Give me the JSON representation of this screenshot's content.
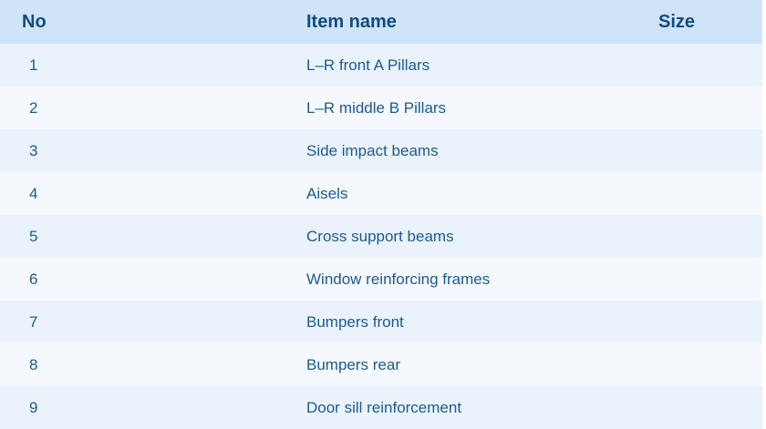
{
  "table": {
    "headers": {
      "no": "No",
      "item_name": "Item name",
      "size": "Size"
    },
    "rows": [
      {
        "no": "1",
        "item_name": "L–R front A Pillars",
        "size": ""
      },
      {
        "no": "2",
        "item_name": "L–R middle B Pillars",
        "size": ""
      },
      {
        "no": "3",
        "item_name": "Side impact beams",
        "size": ""
      },
      {
        "no": "4",
        "item_name": "Aisels",
        "size": ""
      },
      {
        "no": "5",
        "item_name": "Cross support beams",
        "size": ""
      },
      {
        "no": "6",
        "item_name": "Window reinforcing frames",
        "size": ""
      },
      {
        "no": "7",
        "item_name": "Bumpers front",
        "size": ""
      },
      {
        "no": "8",
        "item_name": "Bumpers rear",
        "size": ""
      },
      {
        "no": "9",
        "item_name": "Door sill reinforcement",
        "size": ""
      }
    ]
  },
  "colors": {
    "header_bg": "#cfe4f9",
    "row_odd_bg": "#eaf3fc",
    "row_even_bg": "#f5f9fe",
    "header_text": "#134a82",
    "body_text": "#1d5a8e"
  }
}
